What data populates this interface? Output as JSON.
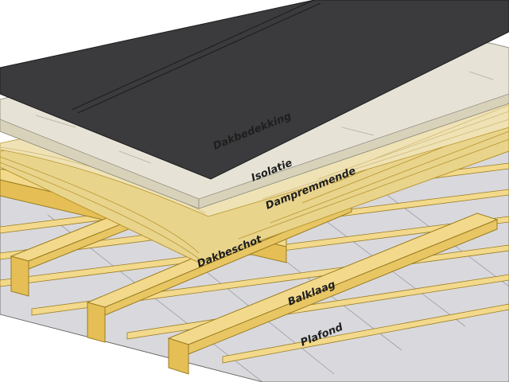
{
  "labels": {
    "roof_covering": "Dakbedekking",
    "insulation": "Isolatie",
    "vapour_barrier": "Dampremmende",
    "roof_deck": "Dakbeschot",
    "joists": "Balklaag",
    "ceiling": "Plafond"
  },
  "colors": {
    "roof_covering": "#3b3b3d",
    "roof_covering_dark": "#2a2a2c",
    "insulation": "#e6e3d6",
    "insulation_edge": "#cfcbbb",
    "vapour_barrier": "#efe2b4",
    "board": "#e9d48c",
    "board_line": "#b8962e",
    "timber": "#f3d98b",
    "timber_side": "#e5bf55",
    "timber_edge": "#9a7d22",
    "ceiling_panel": "#d9d9dd",
    "outline": "#333333"
  }
}
